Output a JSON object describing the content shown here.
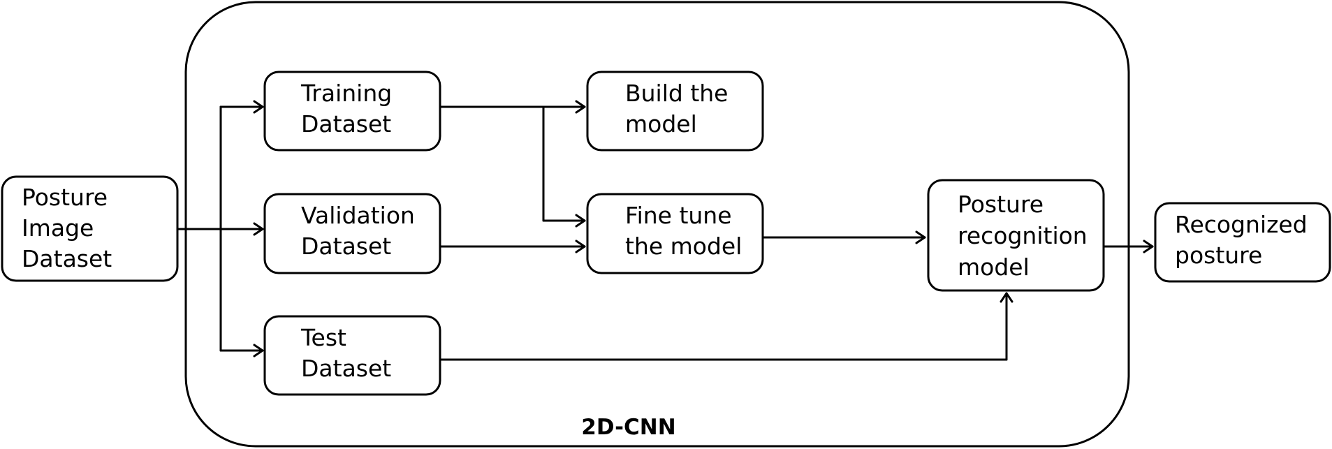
{
  "diagram": {
    "container_label": "2D-CNN",
    "nodes": {
      "input": {
        "lines": [
          "Posture",
          "Image",
          "Dataset"
        ]
      },
      "training": {
        "lines": [
          "Training",
          "Dataset"
        ]
      },
      "validation": {
        "lines": [
          "Validation",
          "Dataset"
        ]
      },
      "test": {
        "lines": [
          "Test",
          "Dataset"
        ]
      },
      "build": {
        "lines": [
          "Build the",
          "model"
        ]
      },
      "finetune": {
        "lines": [
          "Fine tune",
          "the model"
        ]
      },
      "recognition": {
        "lines": [
          "Posture",
          "recognition",
          "model"
        ]
      },
      "output": {
        "lines": [
          "Recognized",
          "posture"
        ]
      }
    },
    "edges": [
      {
        "from": "input",
        "to": "training"
      },
      {
        "from": "input",
        "to": "validation"
      },
      {
        "from": "input",
        "to": "test"
      },
      {
        "from": "training",
        "to": "build"
      },
      {
        "from": "training",
        "to": "finetune"
      },
      {
        "from": "validation",
        "to": "finetune"
      },
      {
        "from": "finetune",
        "to": "recognition"
      },
      {
        "from": "test",
        "to": "recognition"
      },
      {
        "from": "recognition",
        "to": "output"
      }
    ]
  }
}
